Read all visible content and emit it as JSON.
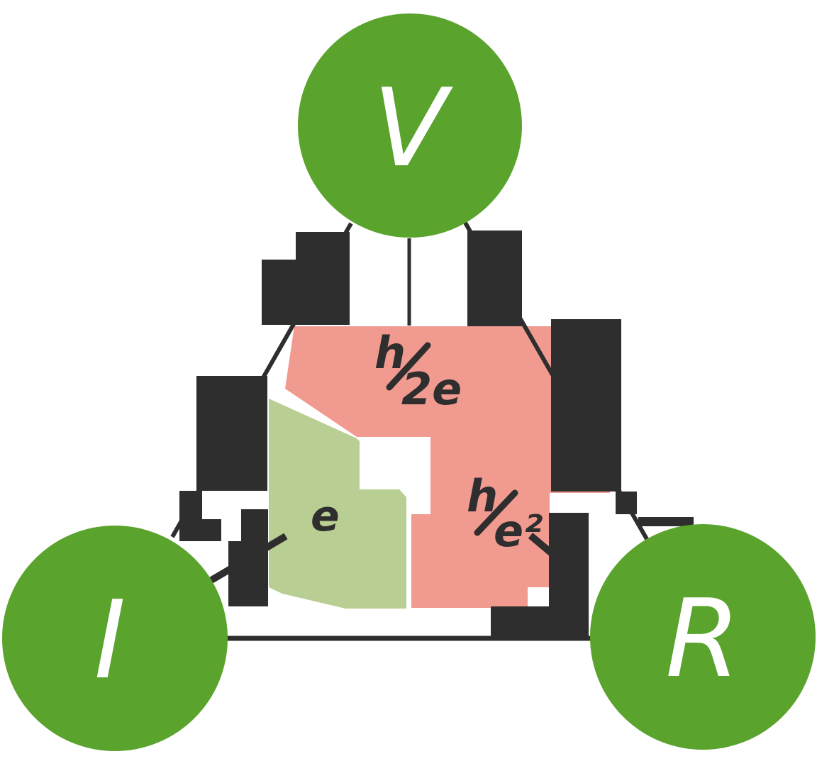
{
  "nodes": {
    "top": {
      "label": "V"
    },
    "bottom_left": {
      "label": "I"
    },
    "bottom_right": {
      "label": "R"
    }
  },
  "edge_labels": {
    "josephson": {
      "numerator": "h",
      "denominator": "2e"
    },
    "quantum_hall": {
      "numerator": "h",
      "denominator": "e²"
    },
    "single_electron": {
      "label": "e"
    }
  },
  "colors": {
    "node_green": "#5aa32d",
    "node_text": "#ffffff",
    "region_pink": "#f19a90",
    "region_green": "#b9ce92",
    "dark": "#2e2e2e",
    "background": "#ffffff"
  }
}
